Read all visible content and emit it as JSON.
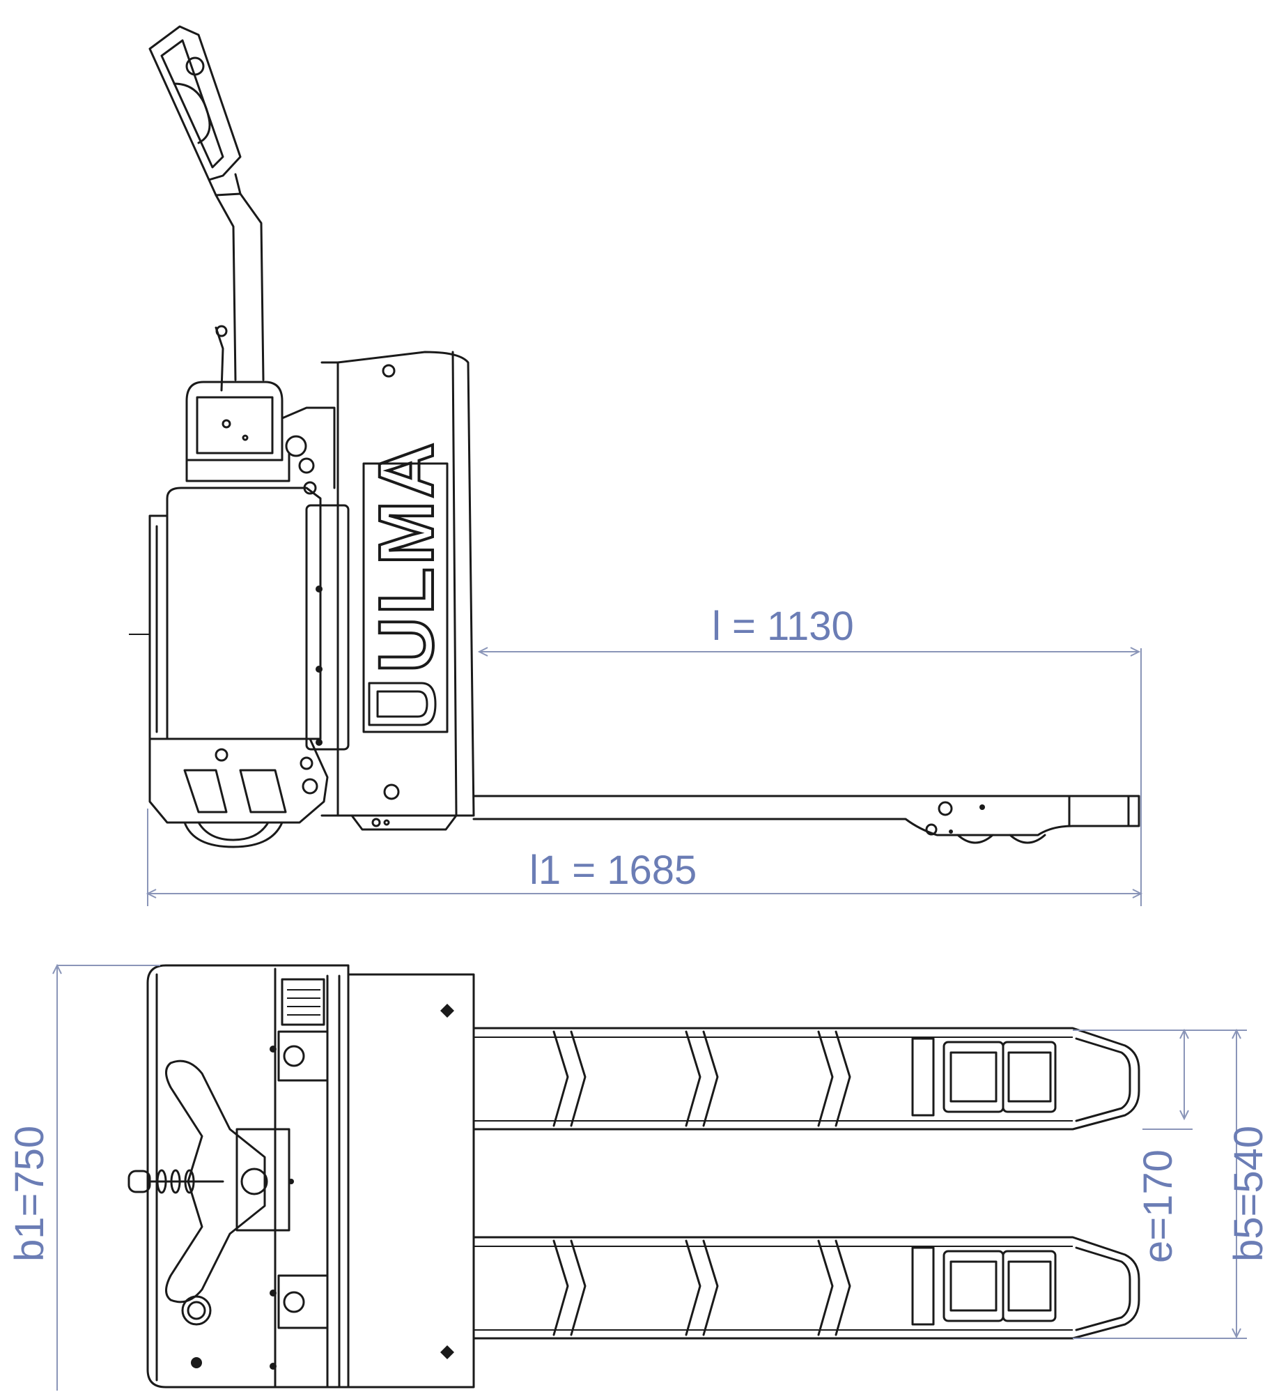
{
  "brand": {
    "logo_text": "ULMA"
  },
  "dimensions": {
    "l": "l = 1130",
    "l1": "l1 = 1685",
    "b1": "b1=750",
    "e": "e=170",
    "b5": "b5=540"
  },
  "colors": {
    "dimension_line": "#8a95b8",
    "dimension_text": "#6b7db5",
    "line_art": "#1a1a1a",
    "background": "#ffffff"
  }
}
